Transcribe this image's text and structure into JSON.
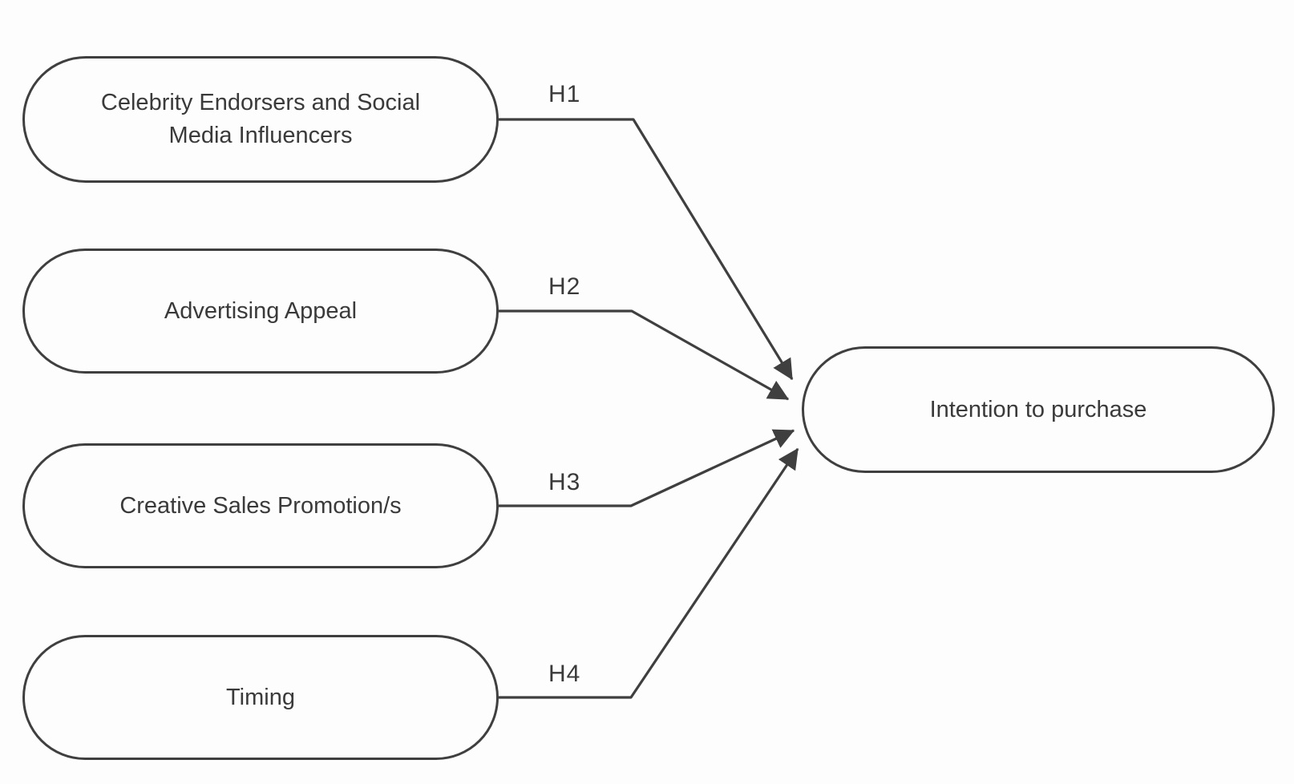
{
  "figure": {
    "background": "#fdfdfd",
    "line_color": "#3f3f3f",
    "text_color": "#3a3a3a"
  },
  "nodes": [
    {
      "id": "celebrity-endorsers",
      "label": "Celebrity Endorsers and Social Media Influencers"
    },
    {
      "id": "advertising-appeal",
      "label": "Advertising Appeal"
    },
    {
      "id": "creative-sales-promotions",
      "label": "Creative Sales Promotion/s"
    },
    {
      "id": "timing",
      "label": "Timing"
    },
    {
      "id": "intention-to-purchase",
      "label": "Intention to purchase"
    }
  ],
  "edges": [
    {
      "label": "H1",
      "from": "celebrity-endorsers",
      "to": "intention-to-purchase"
    },
    {
      "label": "H2",
      "from": "advertising-appeal",
      "to": "intention-to-purchase"
    },
    {
      "label": "H3",
      "from": "creative-sales-promotions",
      "to": "intention-to-purchase"
    },
    {
      "label": "H4",
      "from": "timing",
      "to": "intention-to-purchase"
    }
  ]
}
